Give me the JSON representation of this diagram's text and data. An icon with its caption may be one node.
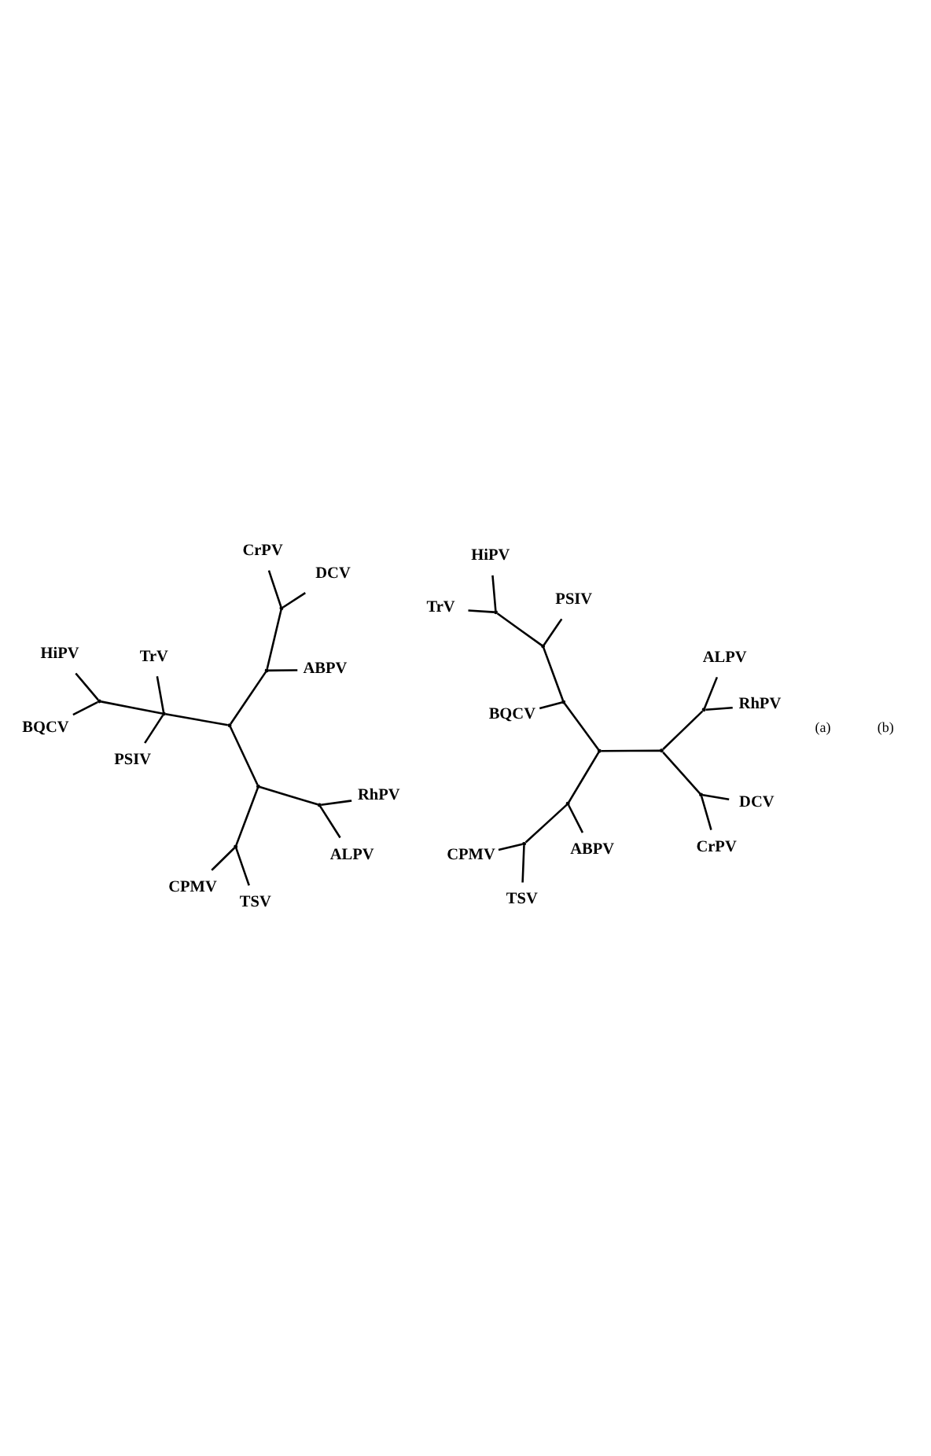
{
  "diagram": {
    "nodes": [
      {
        "text": [
          "PSIV"
        ]
      },
      {
        "text": [
          "TrV"
        ]
      },
      {
        "text": [
          "BQCV"
        ]
      },
      {
        "text": [
          "HiPV"
        ]
      },
      {
        "text": [
          "ABPV"
        ]
      },
      {
        "text": [
          "DCV"
        ]
      },
      {
        "text": [
          "CrPV"
        ]
      },
      {
        "text": [
          "RhPV"
        ]
      },
      {
        "text": [
          "ALPV"
        ]
      },
      {
        "text": [
          "TSV"
        ]
      },
      {
        "text": [
          "CPMV"
        ]
      },
      {
        "text": [],
        "shape": "point"
      },
      {
        "text": [],
        "shape": "point"
      },
      {
        "text": [],
        "shape": "point"
      },
      {
        "text": [],
        "shape": "point"
      },
      {
        "text": [],
        "shape": "point"
      },
      {
        "text": [],
        "shape": "point"
      },
      {
        "text": [],
        "shape": "point"
      },
      {
        "text": [],
        "shape": "point"
      },
      {
        "text": [
          "BQCV"
        ]
      },
      {
        "text": [
          "PSIV"
        ]
      },
      {
        "text": [
          "TrV"
        ]
      },
      {
        "text": [
          "HiPV"
        ]
      },
      {
        "text": [
          "RhPV"
        ]
      },
      {
        "text": [
          "ALPV"
        ]
      },
      {
        "text": [
          "CrPV"
        ]
      },
      {
        "text": [
          "DCV"
        ]
      },
      {
        "text": [
          "CPMV"
        ]
      },
      {
        "text": [
          "ABPV"
        ]
      },
      {
        "text": [
          "TSV"
        ]
      },
      {
        "text": [],
        "shape": "point"
      },
      {
        "text": [],
        "shape": "point"
      },
      {
        "text": [],
        "shape": "point"
      },
      {
        "text": [],
        "shape": "point"
      },
      {
        "text": [],
        "shape": "point"
      },
      {
        "text": [],
        "shape": "point"
      },
      {
        "text": [],
        "shape": "point"
      },
      {
        "text": [],
        "shape": "point"
      },
      {
        "text": [],
        "shape": "point"
      }
    ],
    "edges": [
      {
        "from": 2,
        "to": 11,
        "arrow": "none"
      },
      {
        "from": 3,
        "to": 11,
        "arrow": "none"
      },
      {
        "from": 0,
        "to": 12,
        "arrow": "none"
      },
      {
        "from": 1,
        "to": 12,
        "arrow": "none"
      },
      {
        "from": 11,
        "to": 12,
        "arrow": "none"
      },
      {
        "from": 12,
        "to": 15,
        "arrow": "none"
      },
      {
        "from": 5,
        "to": 13,
        "arrow": "none"
      },
      {
        "from": 6,
        "to": 13,
        "arrow": "none"
      },
      {
        "from": 4,
        "to": 14,
        "arrow": "none"
      },
      {
        "from": 13,
        "to": 14,
        "arrow": "none"
      },
      {
        "from": 14,
        "to": 15,
        "arrow": "none"
      },
      {
        "from": 15,
        "to": 16,
        "arrow": "none"
      },
      {
        "from": 16,
        "to": 18,
        "arrow": "none"
      },
      {
        "from": 7,
        "to": 18,
        "arrow": "none"
      },
      {
        "from": 8,
        "to": 18,
        "arrow": "none"
      },
      {
        "from": 16,
        "to": 17,
        "arrow": "none"
      },
      {
        "from": 9,
        "to": 17,
        "arrow": "none"
      },
      {
        "from": 10,
        "to": 17,
        "arrow": "none"
      },
      {
        "from": 21,
        "to": 30,
        "arrow": "none"
      },
      {
        "from": 22,
        "to": 30,
        "arrow": "none"
      },
      {
        "from": 20,
        "to": 31,
        "arrow": "none"
      },
      {
        "from": 30,
        "to": 31,
        "arrow": "none"
      },
      {
        "from": 19,
        "to": 32,
        "arrow": "none"
      },
      {
        "from": 31,
        "to": 32,
        "arrow": "none"
      },
      {
        "from": 32,
        "to": 34,
        "arrow": "none"
      },
      {
        "from": 23,
        "to": 33,
        "arrow": "none"
      },
      {
        "from": 24,
        "to": 33,
        "arrow": "none"
      },
      {
        "from": 33,
        "to": 35,
        "arrow": "none"
      },
      {
        "from": 25,
        "to": 36,
        "arrow": "none"
      },
      {
        "from": 26,
        "to": 36,
        "arrow": "none"
      },
      {
        "from": 36,
        "to": 35,
        "arrow": "none"
      },
      {
        "from": 35,
        "to": 34,
        "arrow": "none"
      },
      {
        "from": 34,
        "to": 37,
        "arrow": "none"
      },
      {
        "from": 28,
        "to": 37,
        "arrow": "none"
      },
      {
        "from": 37,
        "to": 38,
        "arrow": "none"
      },
      {
        "from": 29,
        "to": 38,
        "arrow": "none"
      },
      {
        "from": 27,
        "to": 38,
        "arrow": "none"
      }
    ],
    "labels": [
      "(a)",
      "(b)"
    ]
  }
}
